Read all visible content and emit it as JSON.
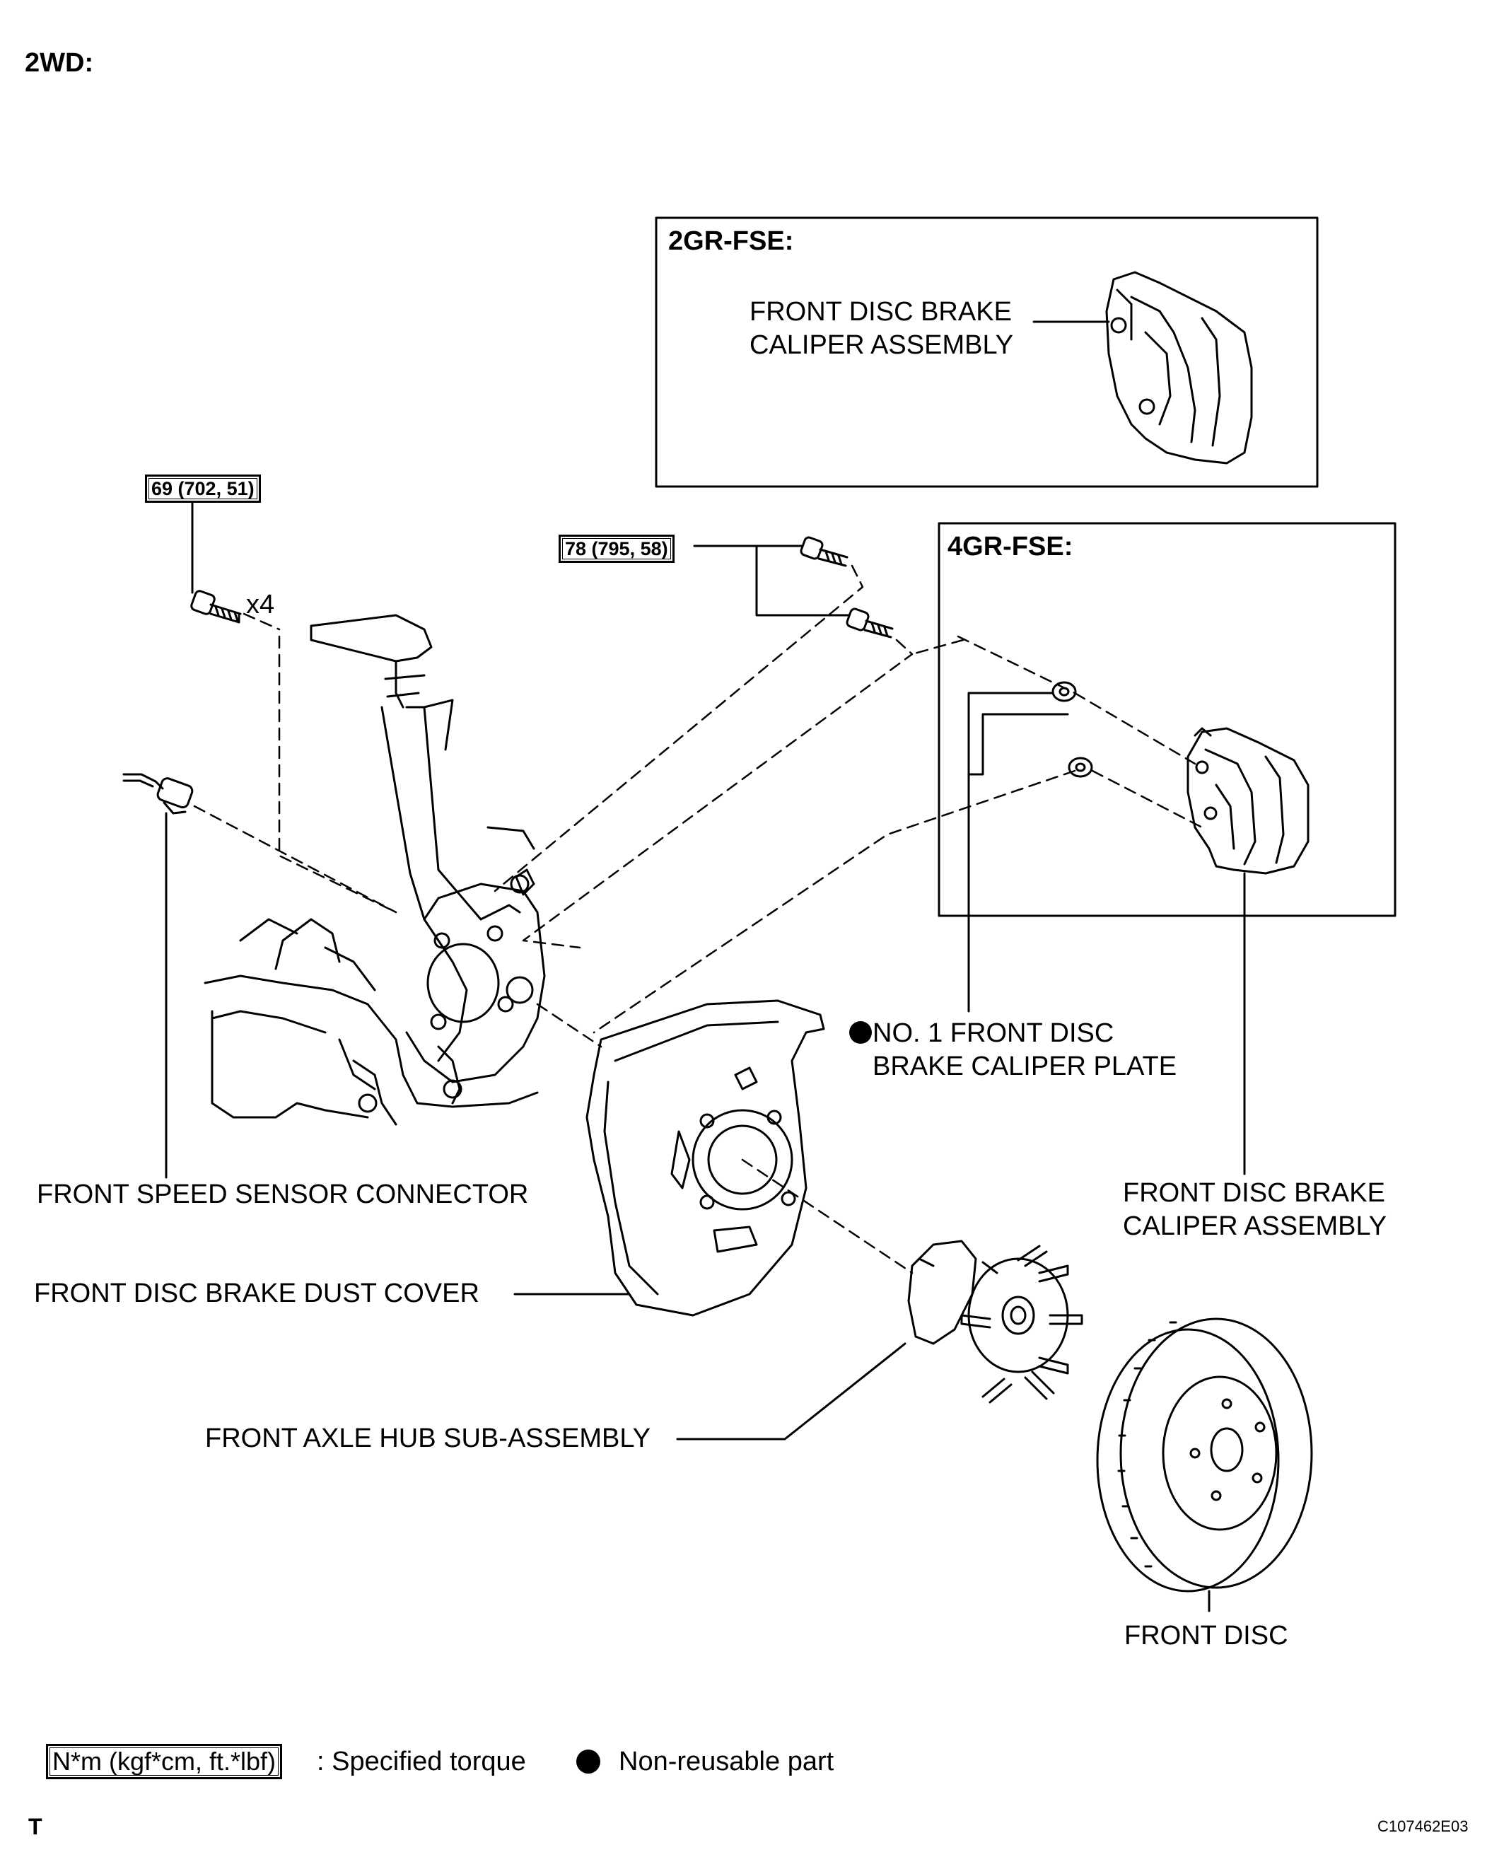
{
  "header": {
    "title": "2WD:"
  },
  "insets": {
    "top": {
      "title": "2GR-FSE:",
      "caliper_label_line1": "FRONT DISC BRAKE",
      "caliper_label_line2": "CALIPER ASSEMBLY"
    },
    "bottom": {
      "title": "4GR-FSE:"
    }
  },
  "torque_specs": {
    "knuckle_bolt": "69 (702, 51)",
    "knuckle_bolt_qty": "x4",
    "caliper_bolt": "78 (795, 58)"
  },
  "labels": {
    "speed_sensor_connector": "FRONT SPEED SENSOR CONNECTOR",
    "dust_cover": "FRONT DISC BRAKE DUST COVER",
    "axle_hub": "FRONT AXLE HUB SUB-ASSEMBLY",
    "caliper_plate_line1": "NO. 1 FRONT DISC",
    "caliper_plate_line2": "BRAKE CALIPER PLATE",
    "caliper_line1": "FRONT DISC BRAKE",
    "caliper_line2": "CALIPER ASSEMBLY",
    "front_disc": "FRONT DISC"
  },
  "legend": {
    "torque_unit": "N*m (kgf*cm, ft.*lbf)",
    "torque_desc": ": Specified torque",
    "non_reusable": "Non-reusable part"
  },
  "footer": {
    "left_mark": "T",
    "figure_code": "C107462E03"
  }
}
